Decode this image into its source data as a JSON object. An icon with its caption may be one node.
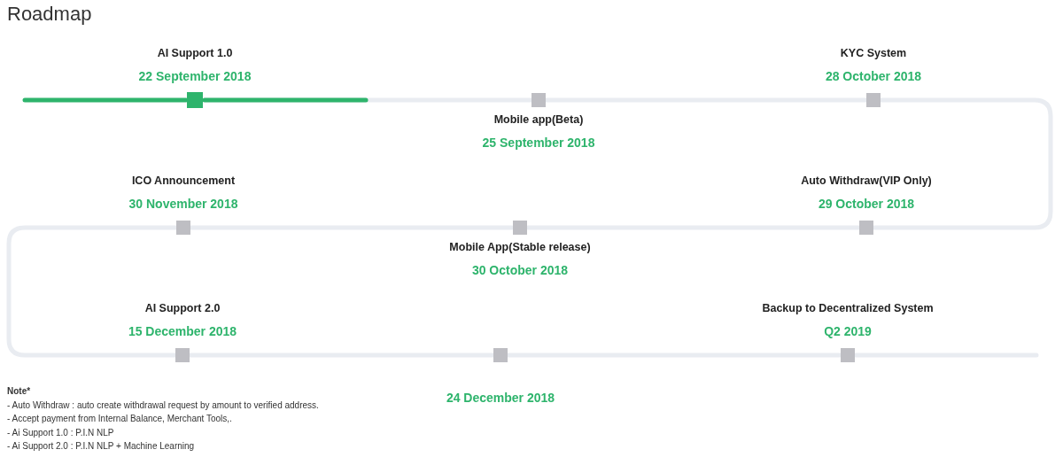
{
  "diagram": {
    "title": "Roadmap",
    "nodes": [
      {
        "text": [],
        "shape": "box",
        "beside": [
          "AI Support 1.0",
          "22 September 2018"
        ]
      },
      {
        "text": [],
        "shape": "box",
        "beside": [
          "Mobile app(Beta)",
          "25 September 2018"
        ]
      },
      {
        "text": [],
        "shape": "box",
        "beside": [
          "KYC System",
          "28 October 2018"
        ]
      },
      {
        "text": [],
        "shape": "box",
        "beside": [
          "ICO Announcement",
          "30 November 2018"
        ]
      },
      {
        "text": [],
        "shape": "box",
        "beside": [
          "Mobile App(Stable release)",
          "30 October 2018"
        ]
      },
      {
        "text": [],
        "shape": "box",
        "beside": [
          "Auto Withdraw(VIP Only)",
          "29 October 2018"
        ]
      },
      {
        "text": [],
        "shape": "box",
        "beside": [
          "AI Support 2.0",
          "15 December 2018"
        ]
      },
      {
        "text": [],
        "shape": "box",
        "beside": [
          "24 December 2018"
        ]
      },
      {
        "text": [],
        "shape": "box",
        "beside": [
          "Backup to Decentralized System",
          "Q2 2019"
        ]
      }
    ],
    "edges": [
      {
        "from": null,
        "to": 0,
        "arrow": "none",
        "color": "#2eb46c"
      },
      {
        "from": 0,
        "to": 1,
        "arrow": "none"
      },
      {
        "from": 1,
        "to": 2,
        "arrow": "none"
      },
      {
        "from": 2,
        "to": 5,
        "arrow": "none"
      },
      {
        "from": 5,
        "to": 4,
        "arrow": "none"
      },
      {
        "from": 4,
        "to": 3,
        "arrow": "none"
      },
      {
        "from": 3,
        "to": 6,
        "arrow": "none"
      },
      {
        "from": 6,
        "to": 7,
        "arrow": "none"
      },
      {
        "from": 7,
        "to": 8,
        "arrow": "none"
      },
      {
        "from": 8,
        "to": null,
        "arrow": "none"
      }
    ],
    "labels": [
      "Note*",
      "- Auto Withdraw : auto create withdrawal request by amount to verified address.",
      "- Accept payment from Internal Balance, Merchant Tools,.",
      "- Ai Support 1.0 : P.I.N NLP",
      "- Ai Support 2.0 : P.I.N NLP + Machine Learning"
    ]
  }
}
